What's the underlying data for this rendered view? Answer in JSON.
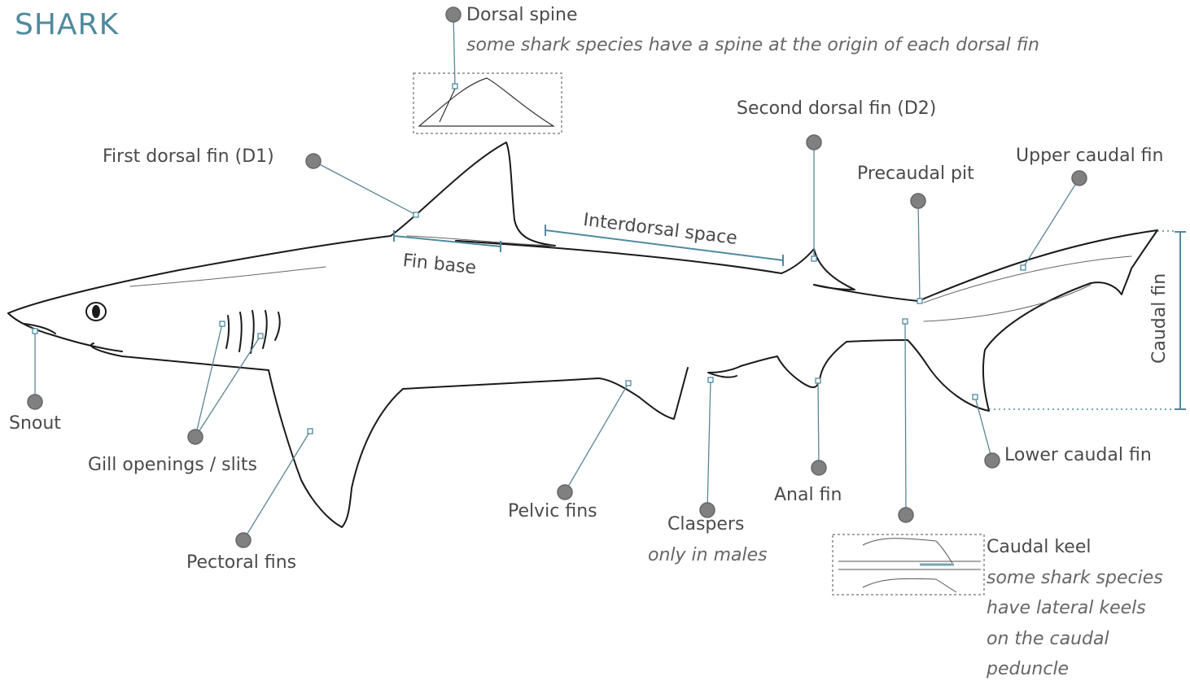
{
  "title": "SHARK",
  "labels": {
    "dorsal_spine": "Dorsal spine",
    "dorsal_spine_note": "some shark species have a spine at the origin of each dorsal fin",
    "first_dorsal_fin": "First dorsal fin (D1)",
    "second_dorsal_fin": "Second dorsal fin (D2)",
    "upper_caudal_fin": "Upper caudal fin",
    "precaudal_pit": "Precaudal pit",
    "interdorsal_space": "Interdorsal space",
    "fin_base": "Fin base",
    "caudal_fin": "Caudal fin",
    "snout": "Snout",
    "gill_openings": "Gill openings / slits",
    "pectoral_fins": "Pectoral fins",
    "pelvic_fins": "Pelvic fins",
    "claspers": "Claspers",
    "claspers_note": "only in males",
    "anal_fin": "Anal fin",
    "lower_caudal_fin": "Lower caudal fin",
    "caudal_keel": "Caudal keel",
    "caudal_keel_note": "some shark species have lateral keels on the caudal peduncle"
  },
  "colors": {
    "accent": "#4f8a9e",
    "marker": "#808080",
    "leader": "#5a8697",
    "outline": "#1a1a1a"
  }
}
